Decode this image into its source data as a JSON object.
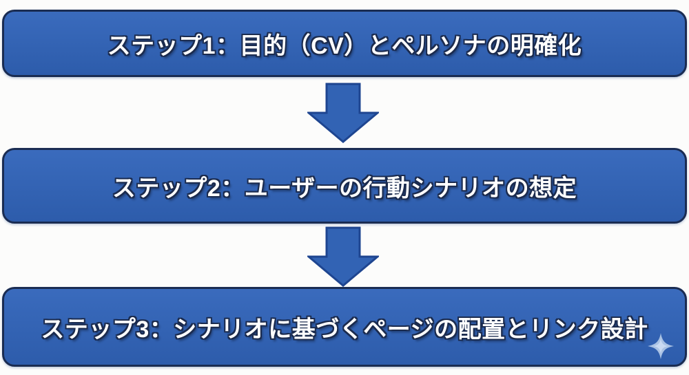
{
  "diagram": {
    "title": "site-design-steps-flowchart",
    "steps": [
      {
        "label": "ステップ1：目的（CV）とペルソナの明確化"
      },
      {
        "label": "ステップ2：ユーザーの行動シナリオの想定"
      },
      {
        "label": "ステップ3：シナリオに基づくページの配置とリンク設計"
      }
    ],
    "icons": {
      "connector": "down-block-arrow",
      "watermark": "four-point-sparkle"
    },
    "colors": {
      "background": "#fcfcfb",
      "box_fill_top": "#3a6bbd",
      "box_fill_bottom": "#2d5cab",
      "box_border": "#1a2c52",
      "arrow_fill": "#3263b4",
      "arrow_border": "#1e4590",
      "text_color": "#ffffff",
      "text_outline": "#1b2b4e",
      "sparkle": "#a9c2e4",
      "sparkle_inner": "#c9daf2"
    }
  }
}
